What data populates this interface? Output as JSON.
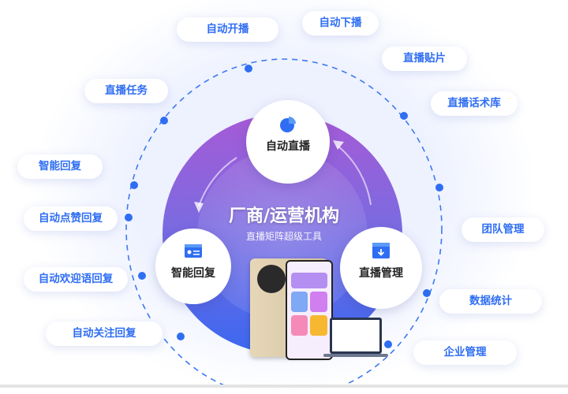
{
  "center": {
    "title": "厂商/运营机构",
    "subtitle": "直播矩阵超级工具"
  },
  "nodes": {
    "auto_live": "自动直播",
    "smart_reply": "智能回复",
    "live_manage": "直播管理"
  },
  "pills": {
    "auto_start": "自动开播",
    "auto_stop": "自动下播",
    "live_sticker": "直播贴片",
    "live_script": "直播话术库",
    "live_task": "直播任务",
    "smart_reply": "智能回复",
    "auto_like_reply": "自动点赞回复",
    "auto_welcome_reply": "自动欢迎语回复",
    "auto_follow_reply": "自动关注回复",
    "team_manage": "团队管理",
    "data_stats": "数据统计",
    "enterprise_manage": "企业管理"
  },
  "colors": {
    "accent": "#2f6ef2",
    "purple": "#a65ad6",
    "blue": "#3a68f0"
  }
}
